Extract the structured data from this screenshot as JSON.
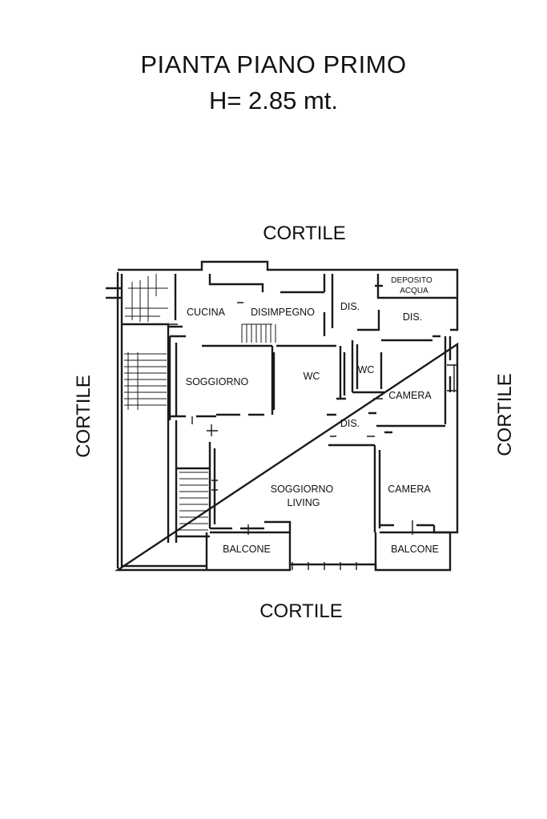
{
  "title": {
    "line1": "PIANTA PIANO PRIMO",
    "line2": "H= 2.85 mt."
  },
  "surroundings": {
    "top": "CORTILE",
    "bottom": "CORTILE",
    "left": "CORTILE",
    "right": "CORTILE"
  },
  "rooms": {
    "cucina": "CUCINA",
    "disimpegno": "DISIMPEGNO",
    "dis_top": "DIS.",
    "deposito_line1": "DEPOSITO",
    "deposito_line2": "ACQUA",
    "dis_right": "DIS.",
    "soggiorno": "SOGGIORNO",
    "wc_1": "WC",
    "wc_2": "WC",
    "camera_1": "CAMERA",
    "dis_center": "DIS.",
    "soggiorno_living_line1": "SOGGIORNO",
    "soggiorno_living_line2": "LIVING",
    "camera_2": "CAMERA",
    "balcone_left": "BALCONE",
    "balcone_right": "BALCONE"
  },
  "colors": {
    "line": "#1a1a1a",
    "background": "#ffffff"
  }
}
